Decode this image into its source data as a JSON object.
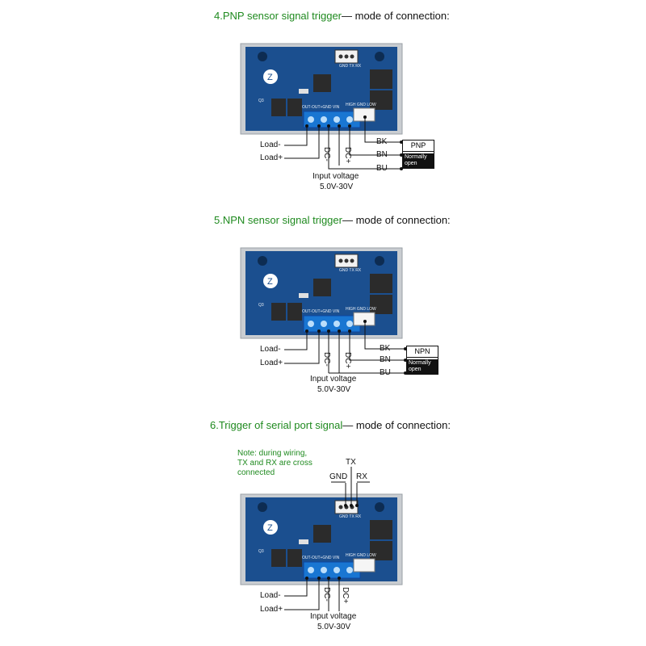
{
  "sections": [
    {
      "title_green": "4.PNP sensor signal trigger",
      "title_dark": "— mode of connection:",
      "load_minus": "Load-",
      "load_plus": "Load+",
      "dc_minus": "DC-",
      "dc_plus": "DC+",
      "input_voltage": "Input voltage",
      "voltage_range": "5.0V-30V",
      "wire_bk": "BK",
      "wire_bn": "BN",
      "wire_bu": "BU",
      "sensor_type": "PNP",
      "sensor_mode": "Normally open"
    },
    {
      "title_green": "5.NPN sensor signal trigger",
      "title_dark": "— mode of connection:",
      "load_minus": "Load-",
      "load_plus": "Load+",
      "dc_minus": "DC-",
      "dc_plus": "DC+",
      "input_voltage": "Input voltage",
      "voltage_range": "5.0V-30V",
      "wire_bk": "BK",
      "wire_bn": "BN",
      "wire_bu": "BU",
      "sensor_type": "NPN",
      "sensor_mode": "Normally open"
    },
    {
      "title_green": "6.Trigger of serial port signal",
      "title_dark": "— mode of connection:",
      "load_minus": "Load-",
      "load_plus": "Load+",
      "dc_minus": "DC-",
      "dc_plus": "DC+",
      "input_voltage": "Input voltage",
      "voltage_range": "5.0V-30V",
      "note_line1": "Note: during wiring,",
      "note_line2": "TX and RX are cross",
      "note_line3": "connected",
      "pin_tx": "TX",
      "pin_gnd": "GND",
      "pin_rx": "RX"
    }
  ],
  "board": {
    "q3_label": "Q3",
    "terminal_labels": "OUT-OUT+GND VIN",
    "trigger_labels": "HIGH GND LOW",
    "uart_labels": "GND TX RX",
    "colors": {
      "pcb": "#1b4f8f",
      "frame": "#c9cdd1",
      "terminal": "#1976d2",
      "heading_green": "#1f8a1f"
    }
  }
}
